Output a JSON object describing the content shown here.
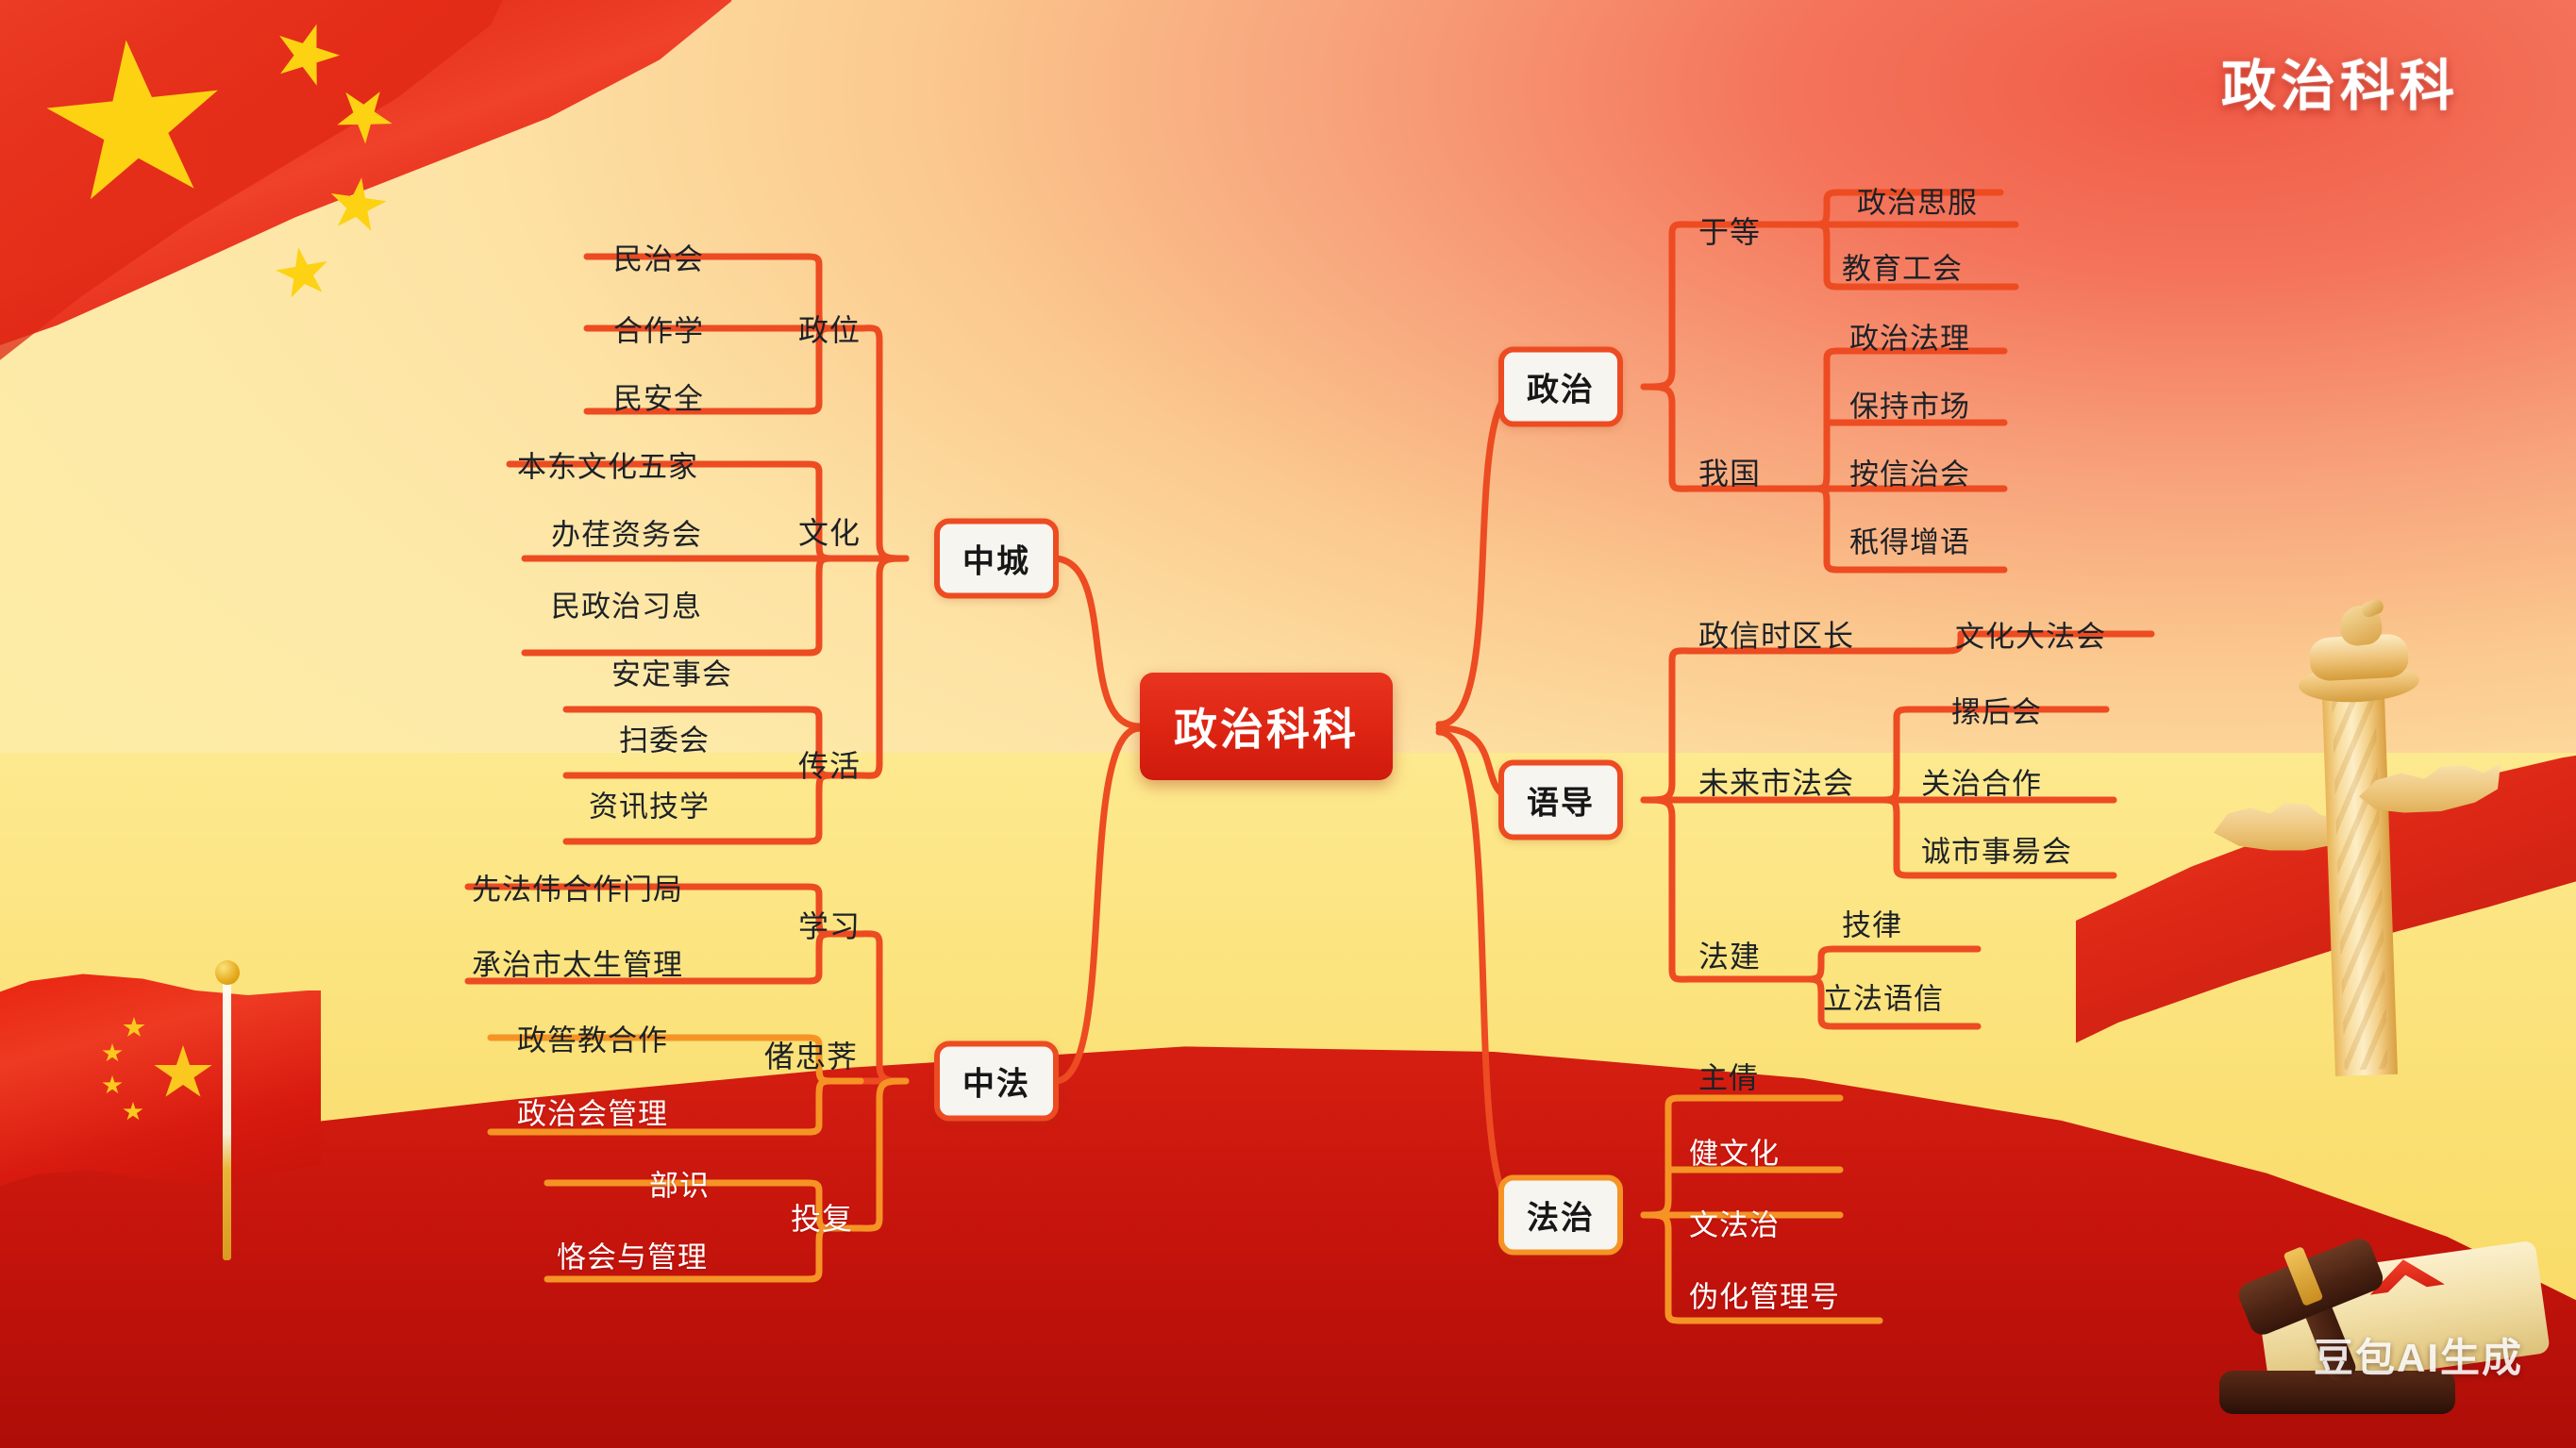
{
  "page": {
    "title": "政治科科",
    "watermark": "豆包AI生成"
  },
  "mindmap": {
    "root": "政治科科",
    "branches": {
      "zhongcheng": {
        "label": "中城",
        "groups": [
          {
            "label": "政位",
            "items": [
              "民治会",
              "合作学",
              "民安全"
            ]
          },
          {
            "label": "文化",
            "items": [
              "本东文化五家",
              "办荏资务会",
              "民政治习息",
              "安定事会"
            ]
          },
          {
            "label": "传活",
            "items": [
              "扫委会",
              "资讯技学"
            ]
          }
        ]
      },
      "zhongfa": {
        "label": "中法",
        "groups": [
          {
            "label": "学习",
            "items": [
              "先法伟合作门局",
              "承治市太生管理"
            ]
          },
          {
            "label": "偖忠荠",
            "items": [
              "政筶教合作",
              "政治会管理"
            ]
          },
          {
            "label": "投复",
            "items": [
              "部识",
              "恪会与管理"
            ]
          }
        ]
      },
      "zhengzhi": {
        "label": "政治",
        "groups": [
          {
            "label": "于等",
            "items": [
              "政治思服",
              "教育工会"
            ]
          },
          {
            "label": "我国",
            "items": [
              "政治法理",
              "保持市场",
              "按信治会",
              "秖得增语"
            ]
          }
        ]
      },
      "yudao": {
        "label": "语导",
        "groups": [
          {
            "label": "政信时区长",
            "items": [
              "文化大法会"
            ]
          },
          {
            "label": "未来市法会",
            "items": [
              "摞后会",
              "关治合作",
              "诚市事昜会"
            ]
          },
          {
            "label": "法建",
            "items": [
              "技律",
              "立法语信"
            ]
          }
        ]
      },
      "fazhi": {
        "label": "法治",
        "groups": [
          {
            "label": "",
            "items": [
              "主倩",
              "健文化",
              "文法治",
              "伪化管理号"
            ]
          }
        ]
      }
    }
  },
  "colors": {
    "root_bg": "#dd2413",
    "branch_stroke": "#ed4b22",
    "branch_stroke_warm": "#f59425",
    "node_bg": "#f7f5f0",
    "text_dark": "#1d2126",
    "text_light": "#ffffff",
    "bg_red": "#e02615",
    "bg_yellow": "#fadd78",
    "star_gold": "#fcd213"
  }
}
